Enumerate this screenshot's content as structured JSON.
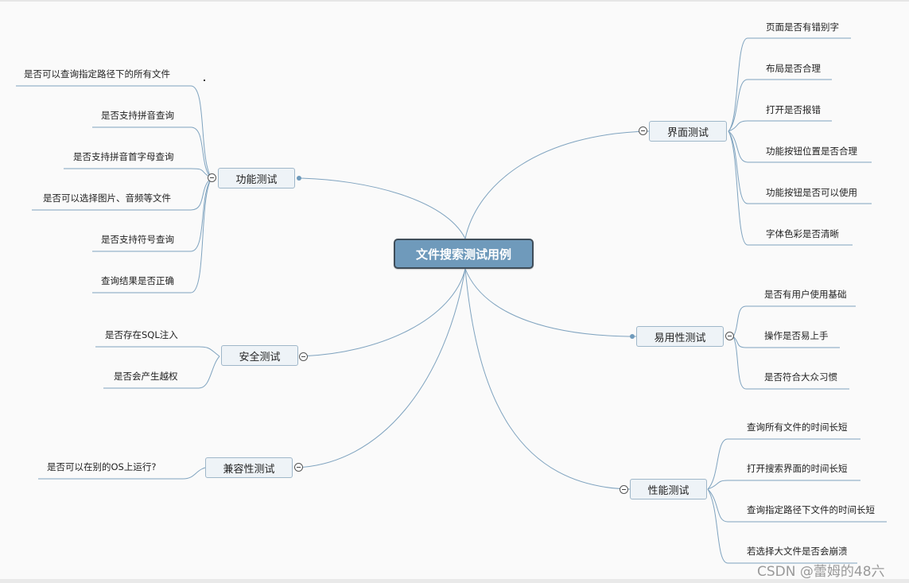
{
  "central": "文件搜索测试用例",
  "branches": {
    "ui": {
      "label": "界面测试",
      "leaves": [
        "页面是否有错别字",
        "布局是否合理",
        "打开是否报错",
        "功能按钮位置是否合理",
        "功能按钮是否可以使用",
        "字体色彩是否清晰"
      ]
    },
    "usability": {
      "label": "易用性测试",
      "leaves": [
        "是否有用户使用基础",
        "操作是否易上手",
        "是否符合大众习惯"
      ]
    },
    "performance": {
      "label": "性能测试",
      "leaves": [
        "查询所有文件的时间长短",
        "打开搜索界面的时间长短",
        "查询指定路径下文件的时间长短",
        "若选择大文件是否会崩溃"
      ]
    },
    "function": {
      "label": "功能测试",
      "leaves": [
        "是否可以查询指定路径下的所有文件",
        "是否支持拼音查询",
        "是否支持拼音首字母查询",
        "是否可以选择图片、音频等文件",
        "是否支持符号查询",
        "查询结果是否正确"
      ]
    },
    "security": {
      "label": "安全测试",
      "leaves": [
        "是否存在SQL注入",
        "是否会产生越权"
      ]
    },
    "compat": {
      "label": "兼容性测试",
      "leaves": [
        "是否可以在别的OS上运行?"
      ]
    }
  },
  "watermark": "CSDN @蕾姆的48六",
  "colors": {
    "line": "#7fa3bf",
    "central_fill": "#6f9abb",
    "central_border": "#3f4d59",
    "topic_fill": "#eef3f7"
  }
}
